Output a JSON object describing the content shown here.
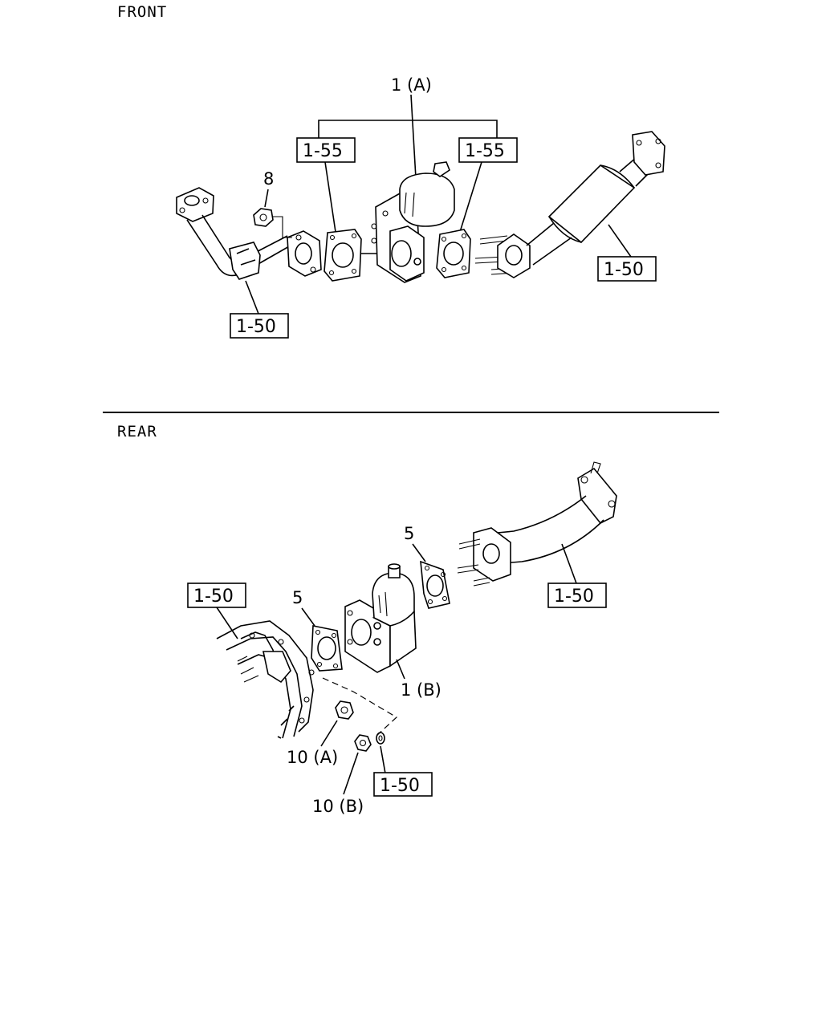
{
  "sections": {
    "front_label": "FRONT",
    "rear_label": "REAR"
  },
  "front": {
    "assembly_callout": "1 (A)",
    "nut_callout": "8",
    "ref_boxes": [
      "1-55",
      "1-55",
      "1-50",
      "1-50"
    ]
  },
  "rear": {
    "gasket_callouts": [
      "5",
      "5"
    ],
    "valve_callout": "1 (B)",
    "nut_a_callout": "10 (A)",
    "nut_b_callout": "10 (B)",
    "ref_boxes": [
      "1-50",
      "1-50",
      "1-50"
    ]
  }
}
